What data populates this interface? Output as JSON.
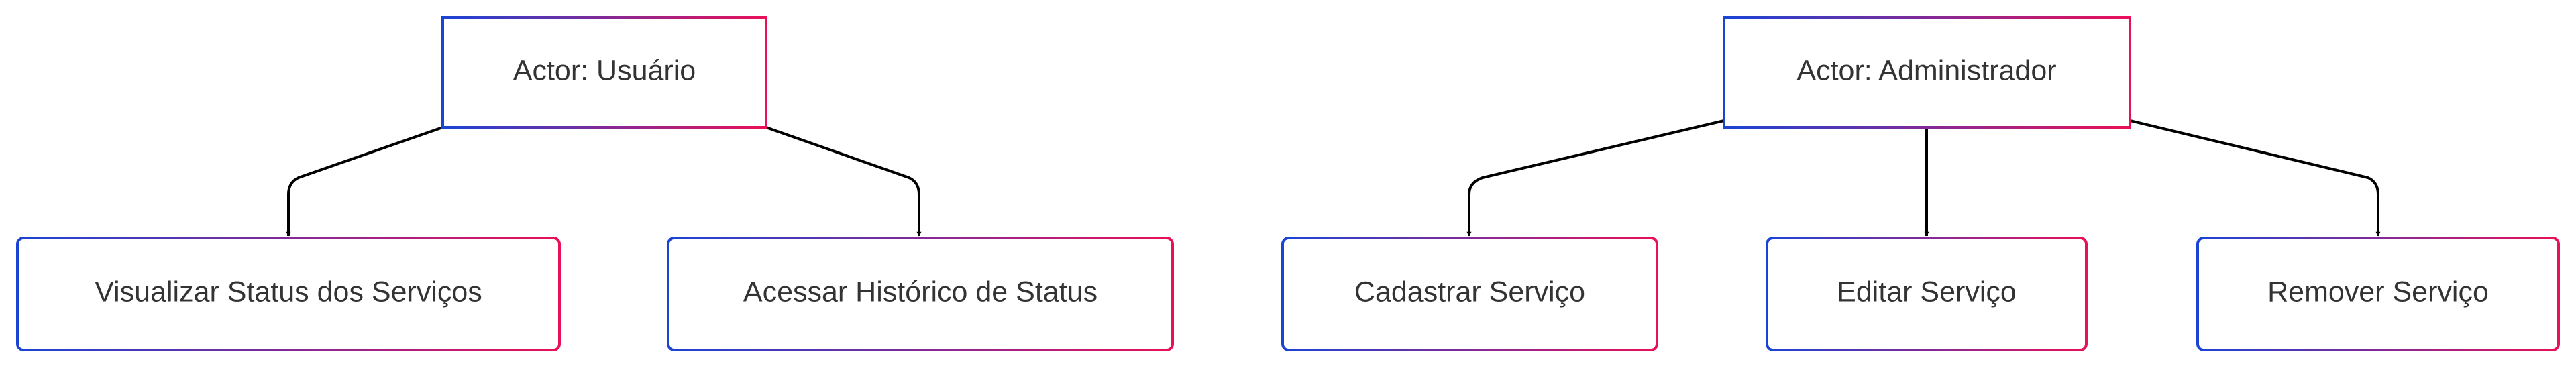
{
  "diagram": {
    "type": "flowchart",
    "colors": {
      "border_start": "#1a44d6",
      "border_end": "#ea1058",
      "edge": "#000000",
      "text": "#333333",
      "fill": "#ffffff"
    },
    "actors": [
      {
        "label": "Actor: Usuário",
        "use_cases": [
          "Visualizar Status dos Serviços",
          "Acessar Histórico de Status"
        ]
      },
      {
        "label": "Actor: Administrador",
        "use_cases": [
          "Cadastrar Serviço",
          "Editar Serviço",
          "Remover Serviço"
        ]
      }
    ]
  }
}
